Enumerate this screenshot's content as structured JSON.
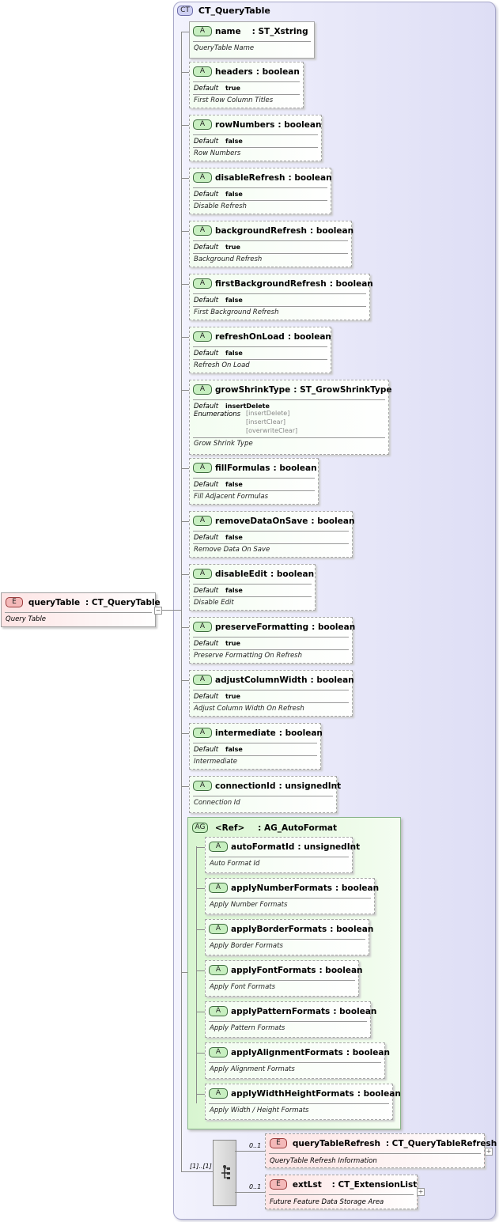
{
  "root": {
    "badge": "E",
    "name": "queryTable",
    "type": ": CT_QueryTable",
    "doc": "Query Table"
  },
  "complex_type": {
    "badge": "CT",
    "name": "CT_QueryTable"
  },
  "attributes": [
    {
      "name": "name",
      "type": ": ST_Xstring",
      "doc": "QueryTable Name"
    },
    {
      "name": "headers",
      "type": ": boolean",
      "default": "true",
      "doc": "First Row Column Titles"
    },
    {
      "name": "rowNumbers",
      "type": ": boolean",
      "default": "false",
      "doc": "Row Numbers"
    },
    {
      "name": "disableRefresh",
      "type": ": boolean",
      "default": "false",
      "doc": "Disable Refresh"
    },
    {
      "name": "backgroundRefresh",
      "type": ": boolean",
      "default": "true",
      "doc": "Background Refresh"
    },
    {
      "name": "firstBackgroundRefresh",
      "type": ": boolean",
      "default": "false",
      "doc": "First Background Refresh"
    },
    {
      "name": "refreshOnLoad",
      "type": ": boolean",
      "default": "false",
      "doc": "Refresh On Load"
    },
    {
      "name": "growShrinkType",
      "type": ": ST_GrowShrinkType",
      "default": "insertDelete",
      "enumerations_label": "Enumerations",
      "enumerations": [
        "[insertDelete]",
        "[insertClear]",
        "[overwriteClear]"
      ],
      "doc": "Grow Shrink Type"
    },
    {
      "name": "fillFormulas",
      "type": ": boolean",
      "default": "false",
      "doc": "Fill Adjacent Formulas"
    },
    {
      "name": "removeDataOnSave",
      "type": ": boolean",
      "default": "false",
      "doc": "Remove Data On Save"
    },
    {
      "name": "disableEdit",
      "type": ": boolean",
      "default": "false",
      "doc": "Disable Edit"
    },
    {
      "name": "preserveFormatting",
      "type": ": boolean",
      "default": "true",
      "doc": "Preserve Formatting On Refresh"
    },
    {
      "name": "adjustColumnWidth",
      "type": ": boolean",
      "default": "true",
      "doc": "Adjust Column Width On Refresh"
    },
    {
      "name": "intermediate",
      "type": ": boolean",
      "default": "false",
      "doc": "Intermediate"
    },
    {
      "name": "connectionId",
      "type": ": unsignedInt",
      "doc": "Connection Id"
    }
  ],
  "default_label": "Default",
  "attr_badge": "A",
  "attribute_group": {
    "badge": "AG",
    "ref": "<Ref>",
    "name": ": AG_AutoFormat",
    "items": [
      {
        "name": "autoFormatId",
        "type": ": unsignedInt",
        "doc": "Auto Format Id"
      },
      {
        "name": "applyNumberFormats",
        "type": ": boolean",
        "doc": "Apply Number Formats"
      },
      {
        "name": "applyBorderFormats",
        "type": ": boolean",
        "doc": "Apply Border Formats"
      },
      {
        "name": "applyFontFormats",
        "type": ": boolean",
        "doc": "Apply Font Formats"
      },
      {
        "name": "applyPatternFormats",
        "type": ": boolean",
        "doc": "Apply Pattern Formats"
      },
      {
        "name": "applyAlignmentFormats",
        "type": ": boolean",
        "doc": "Apply Alignment Formats"
      },
      {
        "name": "applyWidthHeightFormats",
        "type": ": boolean",
        "doc": "Apply Width / Height Formats"
      }
    ]
  },
  "sequence": {
    "occurrence": "[1]..[1]"
  },
  "elements": [
    {
      "badge": "E",
      "name": "queryTableRefresh",
      "type": ": CT_QueryTableRefresh",
      "occurrence": "0..1",
      "doc": "QueryTable Refresh Information"
    },
    {
      "badge": "E",
      "name": "extLst",
      "type": ": CT_ExtensionList",
      "occurrence": "0..1",
      "doc": "Future Feature Data Storage Area"
    }
  ],
  "colors": {
    "element": "#f4b9b9",
    "attribute": "#c7efc0",
    "complex_type": "#cfd0f3"
  }
}
